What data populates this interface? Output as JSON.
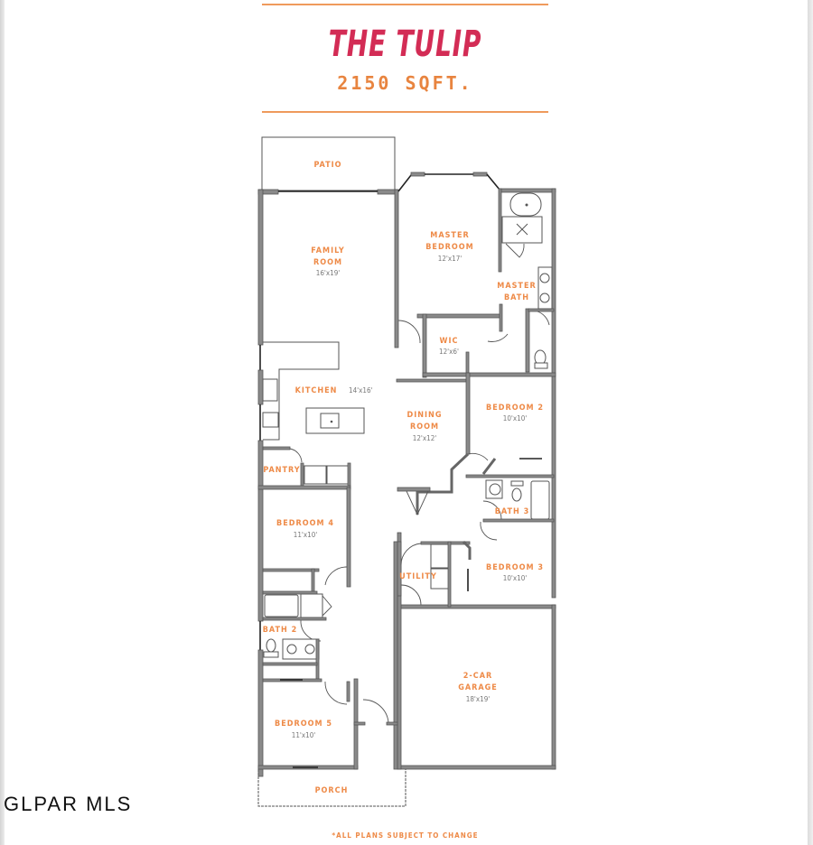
{
  "header": {
    "title": "THE TULIP",
    "sqft": "2150 SQFT."
  },
  "colors": {
    "title": "#d32c55",
    "accent": "#ee8a47",
    "rule": "#ef9a5c",
    "wall": "#8a8a8a",
    "dimension_text": "#777777"
  },
  "rooms": {
    "patio": {
      "label": "PATIO"
    },
    "family_room": {
      "label_line1": "FAMILY",
      "label_line2": "ROOM",
      "dim": "16'x19'"
    },
    "master_bedroom": {
      "label_line1": "MASTER",
      "label_line2": "BEDROOM",
      "dim": "12'x17'"
    },
    "master_bath": {
      "label_line1": "MASTER",
      "label_line2": "BATH"
    },
    "wic": {
      "label": "WIC",
      "dim": "12'x6'"
    },
    "kitchen": {
      "label": "KITCHEN",
      "dim": "14'x16'"
    },
    "dining_room": {
      "label_line1": "DINING",
      "label_line2": "ROOM",
      "dim": "12'x12'"
    },
    "bedroom_2": {
      "label": "BEDROOM 2",
      "dim": "10'x10'"
    },
    "pantry": {
      "label": "PANTRY"
    },
    "bath_3": {
      "label": "BATH 3"
    },
    "bedroom_4": {
      "label": "BEDROOM 4",
      "dim": "11'x10'"
    },
    "utility": {
      "label": "UTILITY"
    },
    "bedroom_3": {
      "label": "BEDROOM 3",
      "dim": "10'x10'"
    },
    "bath_2": {
      "label": "BATH 2"
    },
    "garage": {
      "label_line1": "2-CAR",
      "label_line2": "GARAGE",
      "dim": "18'x19'"
    },
    "bedroom_5": {
      "label": "BEDROOM 5",
      "dim": "11'x10'"
    },
    "porch": {
      "label": "PORCH"
    }
  },
  "footer": {
    "disclaimer": "*ALL PLANS SUBJECT TO CHANGE",
    "watermark": "GLPAR MLS"
  }
}
